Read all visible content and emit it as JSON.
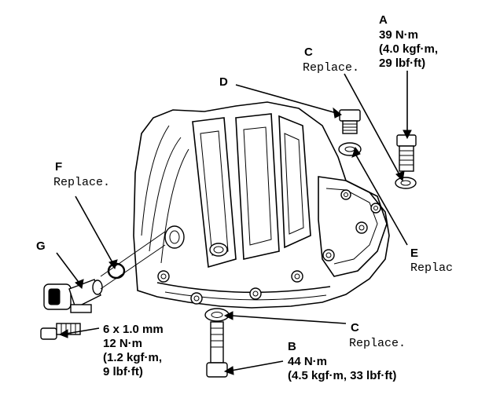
{
  "callouts": {
    "A": {
      "letter": "A",
      "lines": [
        "39 N·m",
        "(4.0 kgf·m,",
        "29 lbf·ft)"
      ]
    },
    "B": {
      "letter": "B",
      "lines": [
        "44 N·m",
        "(4.5 kgf·m, 33 lbf·ft)"
      ]
    },
    "C_top": {
      "letter": "C",
      "note": "Replace."
    },
    "C_bottom": {
      "letter": "C",
      "note": "Replace."
    },
    "D": {
      "letter": "D"
    },
    "E": {
      "letter": "E",
      "note": "Replac"
    },
    "F": {
      "letter": "F",
      "note": "Replace."
    },
    "G": {
      "letter": "G"
    },
    "bolt_spec": {
      "lines": [
        "6 x 1.0 mm",
        "12 N·m",
        "(1.2 kgf·m,",
        "9 lbf·ft)"
      ]
    }
  }
}
